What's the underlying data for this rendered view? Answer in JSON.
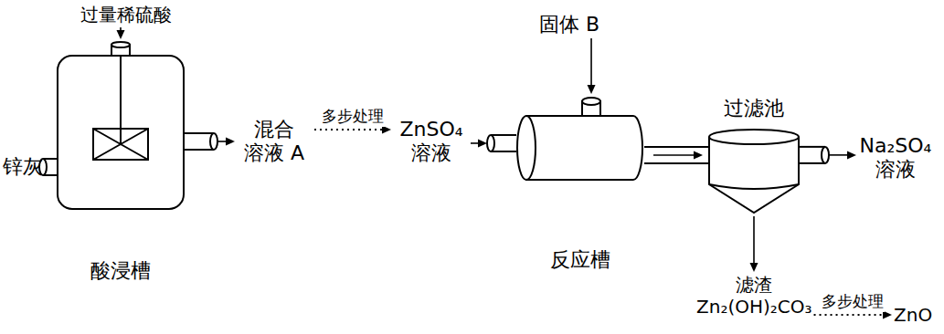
{
  "diagram": {
    "nodes": [
      {
        "text": [
          "过量稀硫酸"
        ]
      },
      {
        "text": [
          "锌灰"
        ]
      },
      {
        "text": [
          "酸浸槽"
        ]
      },
      {
        "text": [
          "混合 溶液 A"
        ]
      },
      {
        "text": [
          "ZnSO₄ 溶液"
        ]
      },
      {
        "text": [
          "固体 B"
        ]
      },
      {
        "text": [
          "反应槽"
        ]
      },
      {
        "text": [
          "过滤池"
        ]
      },
      {
        "text": [
          "Na₂SO₄ 溶液"
        ]
      },
      {
        "text": [
          "滤渣",
          "Zn₂(OH)₂CO₃"
        ]
      },
      {
        "text": [
          "ZnO"
        ]
      }
    ],
    "edges": [
      {
        "from": 0,
        "to": 2,
        "arrow": "to"
      },
      {
        "from": 1,
        "to": 2,
        "arrow": "none"
      },
      {
        "from": 2,
        "to": 3,
        "arrow": "to"
      },
      {
        "from": 3,
        "to": 4,
        "label": "多步处理",
        "arrow": "to"
      },
      {
        "from": 4,
        "to": 6,
        "arrow": "to"
      },
      {
        "from": 5,
        "to": 6,
        "arrow": "to"
      },
      {
        "from": 6,
        "to": 7,
        "arrow": "to"
      },
      {
        "from": 7,
        "to": 8,
        "arrow": "to"
      },
      {
        "from": 7,
        "to": 9,
        "arrow": "to"
      },
      {
        "from": 9,
        "to": 10,
        "label": "多步处理",
        "arrow": "to"
      }
    ]
  }
}
